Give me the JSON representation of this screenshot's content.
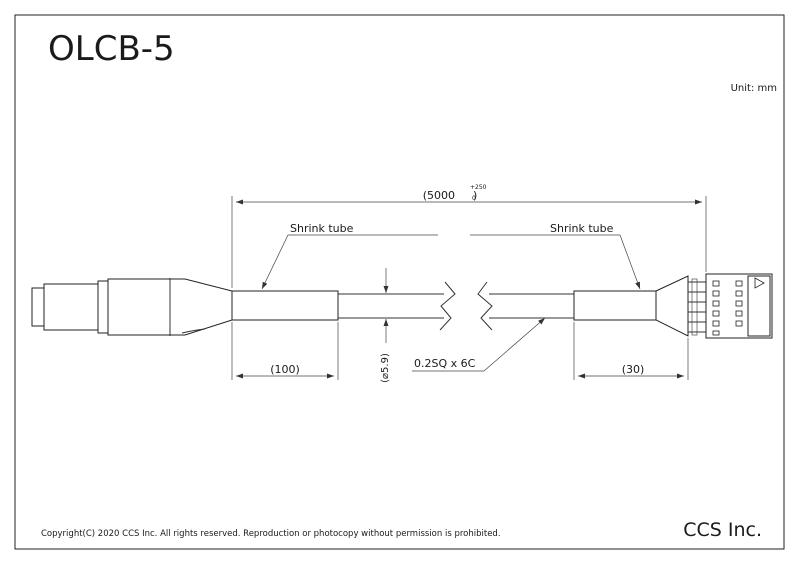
{
  "drawing": {
    "title": "OLCB-5",
    "unit": "Unit: mm",
    "length_main": "(5000",
    "length_close": ")",
    "tol_plus": "+250",
    "tol_minus": "0",
    "shrink_left": "Shrink tube",
    "shrink_right": "Shrink tube",
    "dim_100": "(100)",
    "dim_30": "(30)",
    "dim_dia": "(⌀5.9)",
    "wire": "0.2SQ x 6C",
    "copyright": "Copyright(C) 2020 CCS Inc. All rights reserved. Reproduction or photocopy without permission is prohibited.",
    "company": "CCS Inc."
  }
}
